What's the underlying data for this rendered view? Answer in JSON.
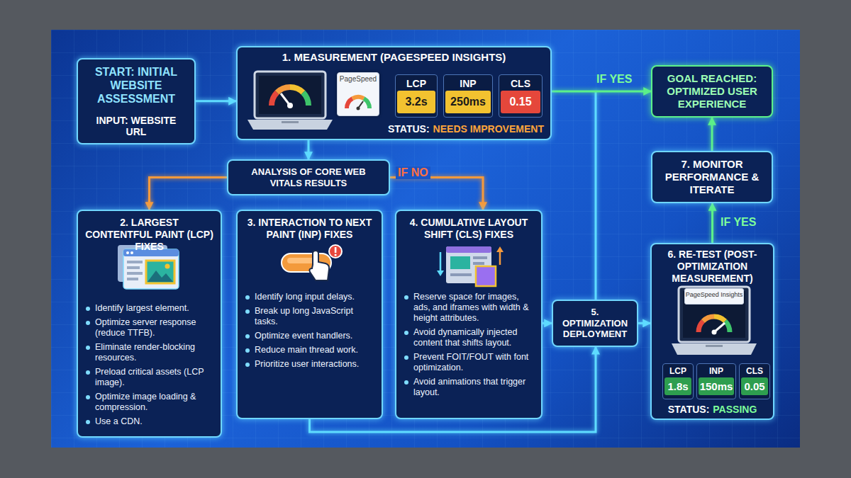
{
  "diagram": {
    "nodes": [
      {
        "text": [
          "START: INITIAL WEBSITE ASSESSMENT",
          "INPUT: WEBSITE URL"
        ]
      },
      {
        "text": [
          "1. MEASUREMENT (PAGESPEED INSIGHTS)",
          "STATUS:",
          "NEEDS IMPROVEMENT"
        ]
      },
      {
        "text": [
          "PageSpeed"
        ],
        "in": 1
      },
      {
        "text": [
          "LCP",
          "3.2s"
        ],
        "in": 1
      },
      {
        "text": [
          "INP",
          "250ms"
        ],
        "in": 1
      },
      {
        "text": [
          "CLS",
          "0.15"
        ],
        "in": 1
      },
      {
        "text": [
          "GOAL REACHED: OPTIMIZED USER EXPERIENCE"
        ]
      },
      {
        "text": [
          "ANALYSIS OF CORE WEB VITALS RESULTS"
        ]
      },
      {
        "text": [
          "2. LARGEST CONTENTFUL PAINT (LCP) FIXES",
          "Identify largest element.",
          "Optimize server response (reduce TTFB).",
          "Eliminate render-blocking resources.",
          "Preload critical assets (LCP image).",
          "Optimize image loading & compression.",
          "Use a CDN."
        ]
      },
      {
        "text": [
          "3. INTERACTION TO NEXT PAINT (INP) FIXES",
          "Identify long input delays.",
          "Break up long JavaScript tasks.",
          "Optimize event handlers.",
          "Reduce main thread work.",
          "Prioritize user interactions."
        ]
      },
      {
        "text": [
          "4. CUMULATIVE LAYOUT SHIFT (CLS) FIXES",
          "Reserve space for images, ads, and iframes with width & height attributes.",
          "Avoid dynamically injected content that shifts layout.",
          "Prevent FOIT/FOUT with font optimization.",
          "Avoid animations that trigger layout."
        ]
      },
      {
        "text": [
          "5. OPTIMIZATION DEPLOYMENT"
        ]
      },
      {
        "text": [
          "6. RE-TEST (POST-OPTIMIZATION MEASUREMENT)",
          "STATUS:",
          "PASSING"
        ]
      },
      {
        "text": [
          "PageSpeed Insights"
        ],
        "in": 12
      },
      {
        "text": [
          "LCP",
          "1.8s"
        ],
        "in": 12
      },
      {
        "text": [
          "INP",
          "150ms"
        ],
        "in": 12
      },
      {
        "text": [
          "CLS",
          "0.05"
        ],
        "in": 12
      },
      {
        "text": [
          "7. MONITOR PERFORMANCE & ITERATE"
        ]
      }
    ],
    "edges": [
      {
        "from": 0,
        "to": 1,
        "arrow": "to"
      },
      {
        "from": 1,
        "to": 7,
        "arrow": "to"
      },
      {
        "from": 1,
        "to": 6,
        "label": "IF YES",
        "arrow": "to"
      },
      {
        "from": 7,
        "to": 8,
        "arrow": "to"
      },
      {
        "from": 7,
        "to": 10,
        "label": "IF NO",
        "arrow": "to"
      },
      {
        "from": 10,
        "to": 11,
        "arrow": "to"
      },
      {
        "from": 9,
        "to": 11,
        "arrow": "to"
      },
      {
        "from": 11,
        "to": 12,
        "arrow": "to"
      },
      {
        "from": 12,
        "to": 17,
        "label": "IF YES",
        "arrow": "to"
      },
      {
        "from": 17,
        "to": 6,
        "arrow": "to"
      }
    ]
  }
}
